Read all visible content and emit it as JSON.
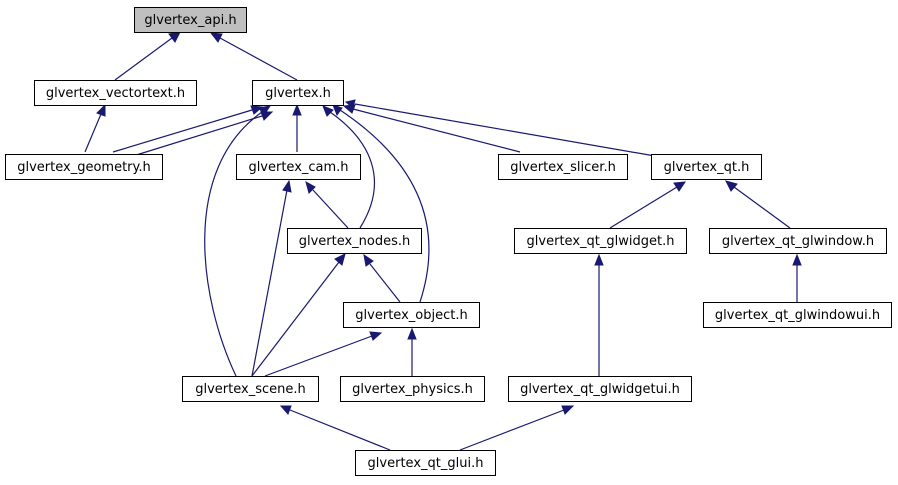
{
  "colors": {
    "edge": "#191970",
    "root_fill": "#bfbfbf",
    "node_fill": "#ffffff",
    "border": "#000000"
  },
  "nodes": {
    "api": "glvertex_api.h",
    "vectortext": "glvertex_vectortext.h",
    "glvertex": "glvertex.h",
    "geometry": "glvertex_geometry.h",
    "cam": "glvertex_cam.h",
    "slicer": "glvertex_slicer.h",
    "qt": "glvertex_qt.h",
    "nodes": "glvertex_nodes.h",
    "qt_glwidget": "glvertex_qt_glwidget.h",
    "qt_glwindow": "glvertex_qt_glwindow.h",
    "object": "glvertex_object.h",
    "qt_glwindowui": "glvertex_qt_glwindowui.h",
    "scene": "glvertex_scene.h",
    "physics": "glvertex_physics.h",
    "qt_glwidgetui": "glvertex_qt_glwidgetui.h",
    "qt_glui": "glvertex_qt_glui.h"
  }
}
